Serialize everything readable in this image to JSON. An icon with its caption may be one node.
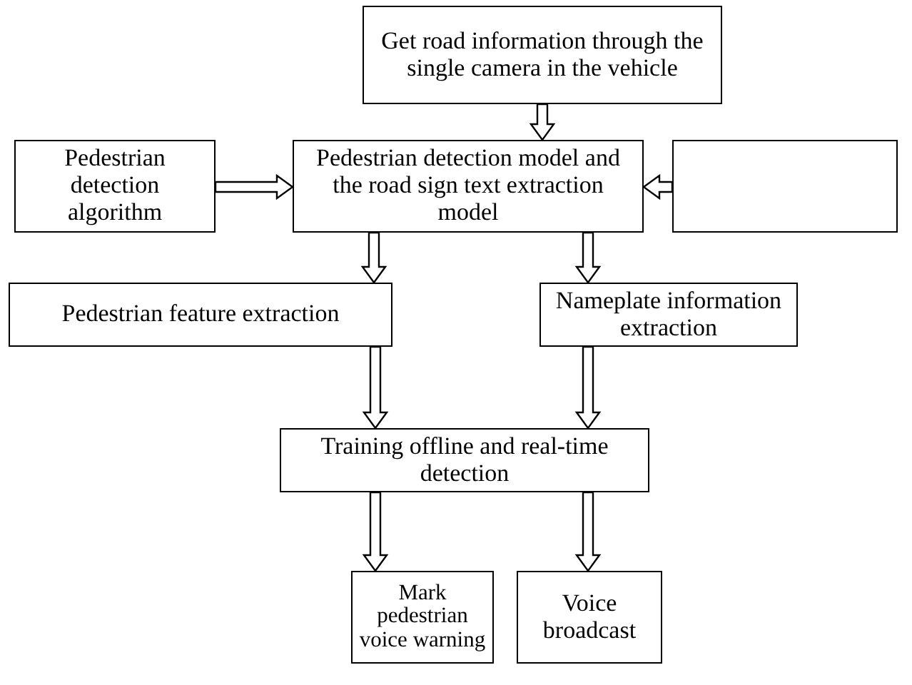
{
  "diagram": {
    "nodes": [
      {
        "text": [
          "Get road information through the single camera in the vehicle"
        ]
      },
      {
        "text": [
          "Pedestrian detection algorithm"
        ]
      },
      {
        "text": [
          "Pedestrian detection model and the road sign text extraction model"
        ]
      },
      {
        "text": [],
        "shape": "box"
      },
      {
        "text": [
          "Pedestrian feature extraction"
        ]
      },
      {
        "text": [
          "Nameplate information extraction"
        ]
      },
      {
        "text": [
          "Training offline and real-time detection"
        ]
      },
      {
        "text": [
          "Mark pedestrian voice warning"
        ]
      },
      {
        "text": [
          "Voice broadcast"
        ]
      }
    ],
    "edges": [
      {
        "from": 0,
        "to": 2,
        "arrow": "to"
      },
      {
        "from": 1,
        "to": 2,
        "arrow": "to"
      },
      {
        "from": 3,
        "to": 2,
        "arrow": "to"
      },
      {
        "from": 2,
        "to": 4,
        "arrow": "to"
      },
      {
        "from": 2,
        "to": 5,
        "arrow": "to"
      },
      {
        "from": 4,
        "to": 6,
        "arrow": "to"
      },
      {
        "from": 5,
        "to": 6,
        "arrow": "to"
      },
      {
        "from": 6,
        "to": 7,
        "arrow": "to"
      },
      {
        "from": 6,
        "to": 8,
        "arrow": "to"
      }
    ]
  }
}
